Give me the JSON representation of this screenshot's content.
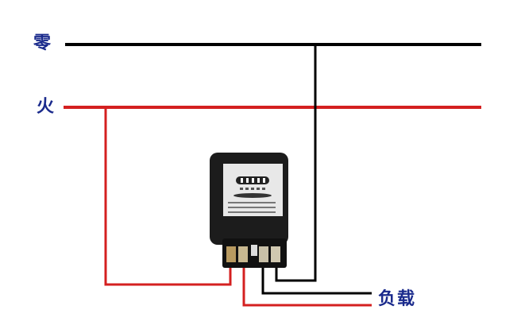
{
  "labels": {
    "neutral": "零",
    "live": "火",
    "load": "负载"
  },
  "colors": {
    "neutral_wire": "#000000",
    "live_wire": "#d42020",
    "label_text": "#1a2a8c",
    "meter_body": "#1c1c1c",
    "meter_face": "#e8e8e8"
  },
  "icons": {
    "meter": "electricity-meter-icon"
  }
}
